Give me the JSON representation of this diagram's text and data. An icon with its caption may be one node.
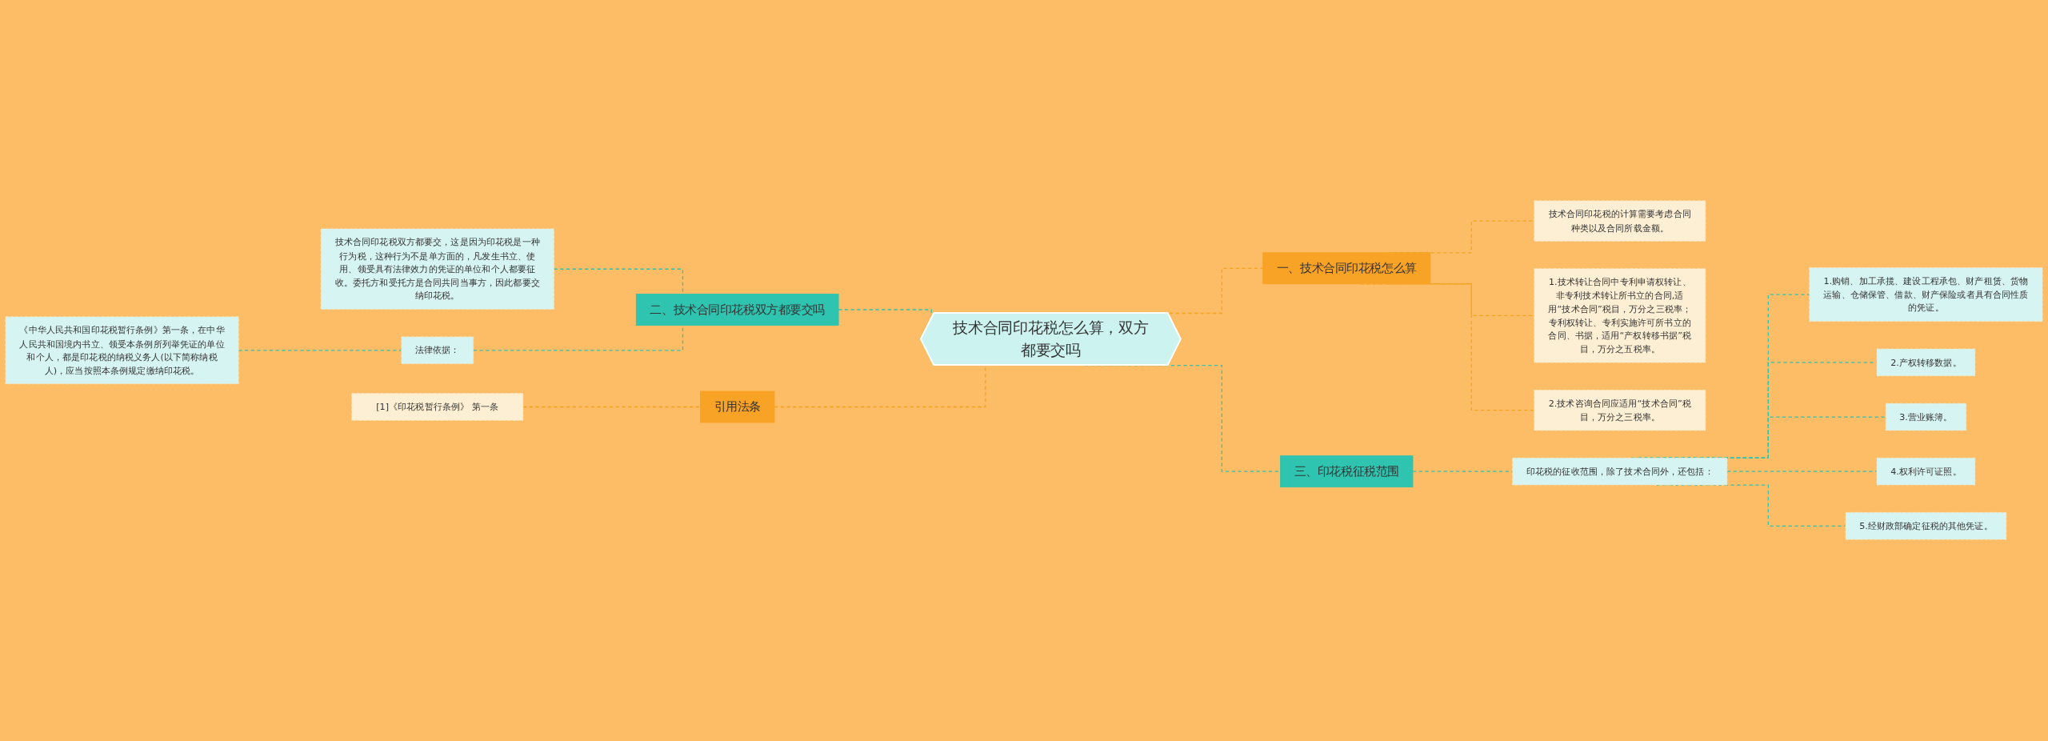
{
  "diagram": {
    "nodes": [
      {
        "text": [
          "技术合同印花税怎么算，双方都要交吗"
        ]
      },
      {
        "text": [
          "二、技术合同印花税双方都要交吗"
        ]
      },
      {
        "text": [
          "技术合同印花税双方都要交，这是因为印花税是一种行为税，这种行为不是单方面的，凡发生书立、使用、领受具有法律效力的凭证的单位和个人都要征收。委托方和受托方是合同共同当事方，因此都要交纳印花税。"
        ]
      },
      {
        "text": [
          "法律依据："
        ]
      },
      {
        "text": [
          "《中华人民共和国印花税暂行条例》第一条，在中华人民共和国境内书立、领受本条例所列举凭证的单位和个人，都是印花税的纳税义务人(以下简称纳税人)，应当按照本条例规定缴纳印花税。"
        ]
      },
      {
        "text": [
          "引用法条"
        ]
      },
      {
        "text": [
          "[1]《印花税暂行条例》 第一条"
        ]
      },
      {
        "text": [
          "一、技术合同印花税怎么算"
        ]
      },
      {
        "text": [
          "技术合同印花税的计算需要考虑合同种类以及合同所载金额。"
        ]
      },
      {
        "text": [
          "1.技术转让合同中专利申请权转让、非专利技术转让所书立的合同,适用“技术合同”税目，万分之三税率；专利权转让、专利实施许可所书立的合同、书据，适用“产权转移书据”税目，万分之五税率。"
        ]
      },
      {
        "text": [
          "2.技术咨询合同应适用“技术合同”税目，万分之三税率。"
        ]
      },
      {
        "text": [
          "三、印花税征税范围"
        ]
      },
      {
        "text": [
          "印花税的征收范围，除了技术合同外，还包括："
        ]
      },
      {
        "text": [
          "1.购销、加工承揽、建设工程承包、财产租赁、货物运输、仓储保管、借款、财产保险或者具有合同性质的凭证。"
        ]
      },
      {
        "text": [
          "2.产权转移数据。"
        ]
      },
      {
        "text": [
          "3.营业账簿。"
        ]
      },
      {
        "text": [
          "4.权利许可证照。"
        ]
      },
      {
        "text": [
          "5.经财政部确定征税的其他凭证。"
        ]
      }
    ],
    "edges": [
      {
        "from": 0,
        "to": 1,
        "arrow": "none",
        "style": "dashed"
      },
      {
        "from": 1,
        "to": 2,
        "arrow": "none",
        "style": "dashed"
      },
      {
        "from": 1,
        "to": 3,
        "arrow": "none",
        "style": "dashed"
      },
      {
        "from": 3,
        "to": 4,
        "arrow": "none",
        "style": "dashed"
      },
      {
        "from": 0,
        "to": 5,
        "arrow": "none",
        "style": "dashed",
        "color": "#f5a31f"
      },
      {
        "from": 5,
        "to": 6,
        "arrow": "none",
        "style": "dashed",
        "color": "#f5a31f"
      },
      {
        "from": 0,
        "to": 7,
        "arrow": "none",
        "style": "dashed",
        "color": "#f5a31f"
      },
      {
        "from": 7,
        "to": 8,
        "arrow": "none",
        "style": "dashed",
        "color": "#f5a31f"
      },
      {
        "from": 7,
        "to": 9,
        "arrow": "none",
        "style": "dashed",
        "color": "#f5a31f"
      },
      {
        "from": 7,
        "to": 10,
        "arrow": "none",
        "style": "dashed",
        "color": "#f5a31f"
      },
      {
        "from": 0,
        "to": 11,
        "arrow": "none",
        "style": "dashed"
      },
      {
        "from": 11,
        "to": 12,
        "arrow": "none",
        "style": "dashed"
      },
      {
        "from": 12,
        "to": 13,
        "arrow": "none",
        "style": "dashed"
      },
      {
        "from": 12,
        "to": 14,
        "arrow": "none",
        "style": "dashed"
      },
      {
        "from": 12,
        "to": 15,
        "arrow": "none",
        "style": "dashed"
      },
      {
        "from": 12,
        "to": 16,
        "arrow": "none",
        "style": "dashed"
      },
      {
        "from": 12,
        "to": 17,
        "arrow": "none",
        "style": "dashed"
      }
    ]
  }
}
